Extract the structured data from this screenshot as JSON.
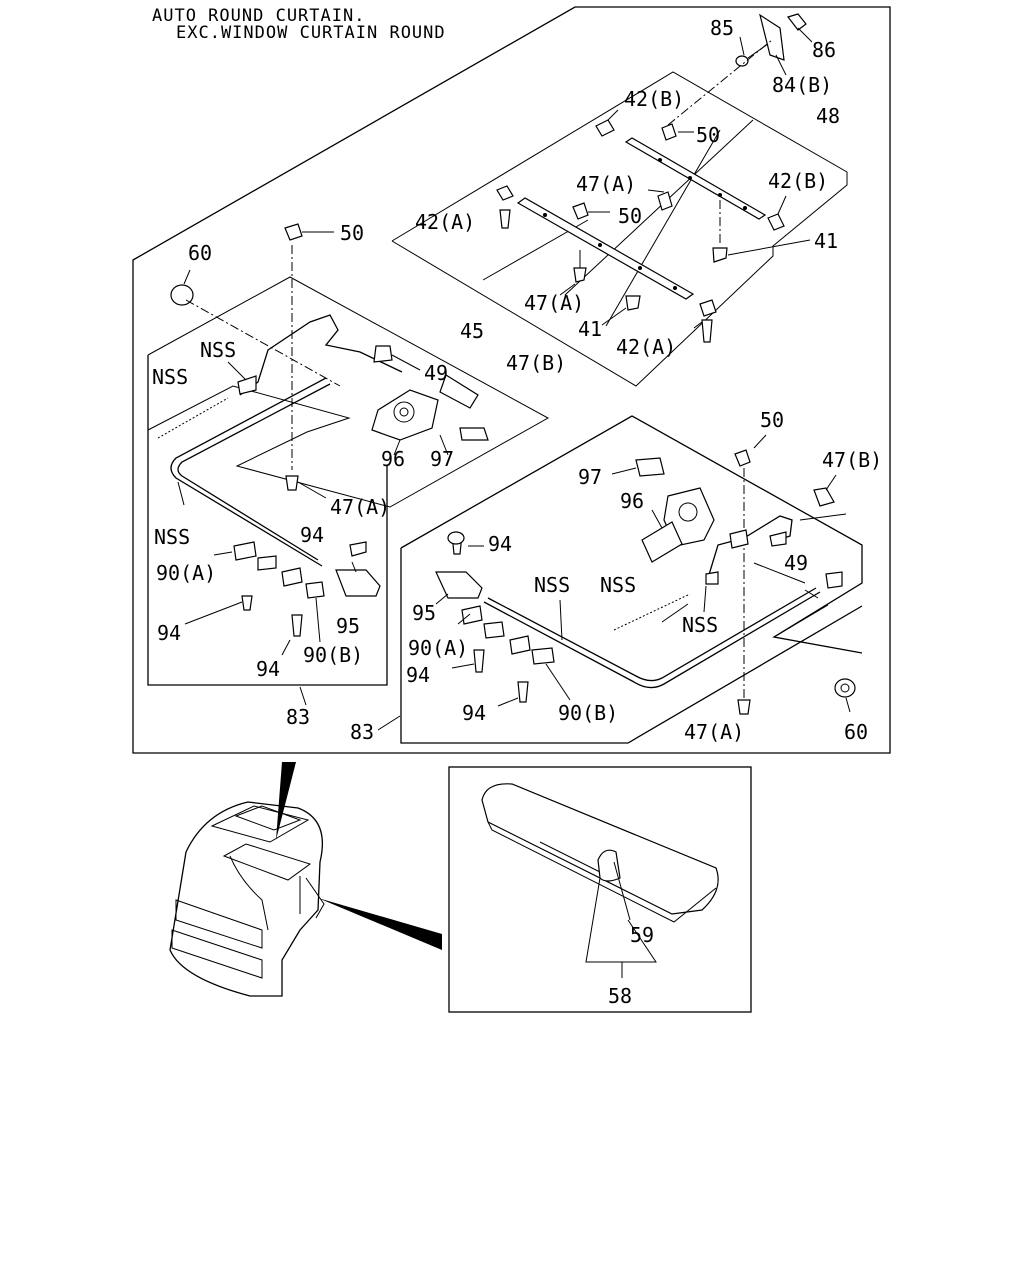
{
  "header": {
    "line1": "AUTO ROUND CURTAIN.",
    "line2": "EXC.WINDOW CURTAIN ROUND"
  },
  "labels": {
    "p85": "85",
    "p86": "86",
    "p84b": "84(B)",
    "p42b_1": "42(B)",
    "p50_1": "50",
    "p48": "48",
    "p47a_1": "47(A)",
    "p42b_2": "42(B)",
    "p42a_1": "42(A)",
    "p50_2": "50",
    "p41_1": "41",
    "p60_1": "60",
    "p50_3": "50",
    "p47a_2": "47(A)",
    "p45": "45",
    "p41_2": "41",
    "p42a_2": "42(A)",
    "nss_1": "NSS",
    "nss_2": "NSS",
    "p47b_1": "47(B)",
    "p49_1": "49",
    "p96_1": "96",
    "p97_1": "97",
    "p47a_3": "47(A)",
    "nss_3": "NSS",
    "p94_1": "94",
    "p90a_1": "90(A)",
    "p95_1": "95",
    "p94_2": "94",
    "p94_3": "94",
    "p90b_1": "90(B)",
    "p83_1": "83",
    "p50_4": "50",
    "p47b_2": "47(B)",
    "p97_2": "97",
    "p96_2": "96",
    "p94_4": "94",
    "nss_4": "NSS",
    "nss_5": "NSS",
    "p49_2": "49",
    "p95_2": "95",
    "nss_6": "NSS",
    "p90a_2": "90(A)",
    "p94_5": "94",
    "p94_6": "94",
    "p90b_2": "90(B)",
    "p83_2": "83",
    "p47a_4": "47(A)",
    "p60_2": "60",
    "p59": "59",
    "p58": "58"
  }
}
